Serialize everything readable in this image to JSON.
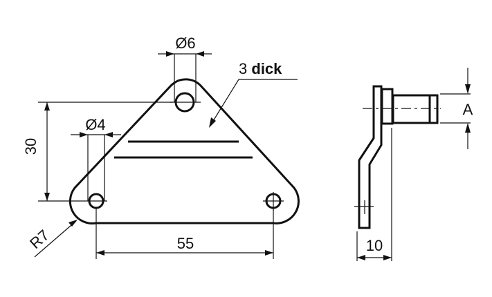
{
  "labels": {
    "top_hole_diameter": "Ø6",
    "side_hole_diameter": "Ø4",
    "thickness_value": "3",
    "thickness_word": "dick",
    "height": "30",
    "radius": "R7",
    "width": "55",
    "pin_dimension": "A",
    "offset": "10"
  }
}
